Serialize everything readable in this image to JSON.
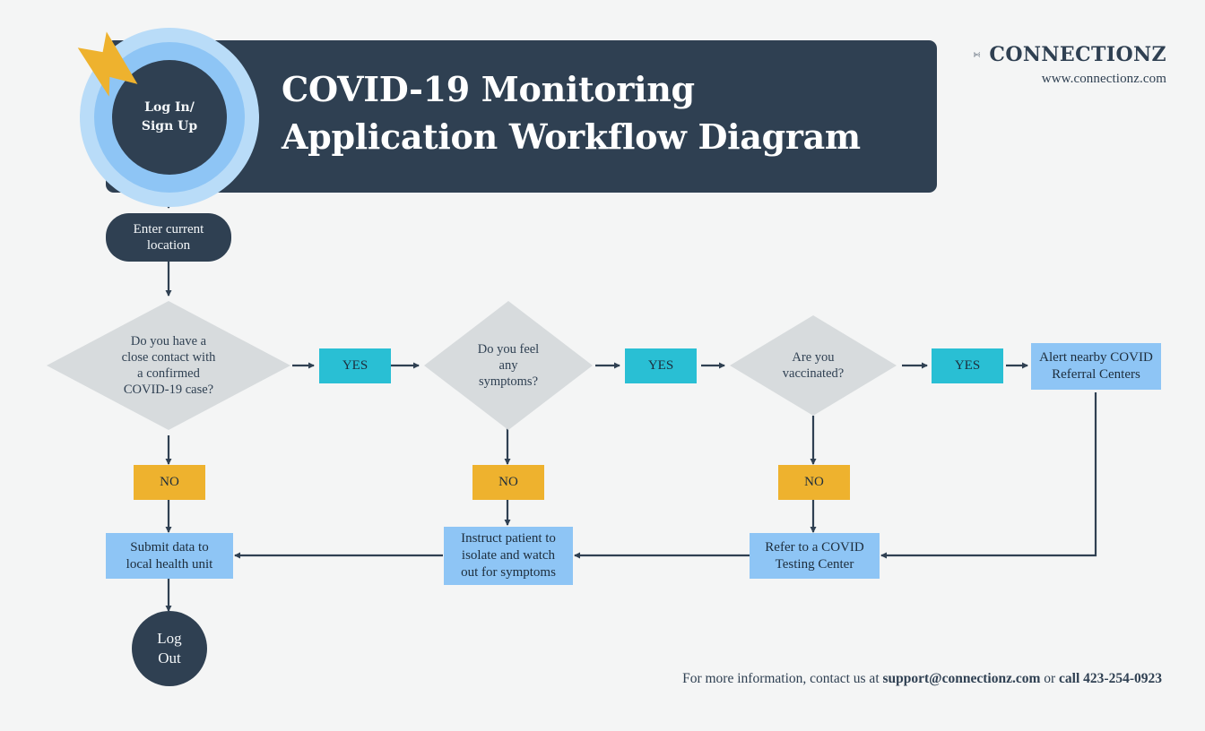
{
  "meta": {
    "background_color": "#f4f5f5",
    "dark_color": "#2f4052",
    "accent_cyan": "#29bfd4",
    "accent_amber": "#eeb22e",
    "accent_blue": "#8ec5f5",
    "ring_outer_color": "#b9dcf8",
    "decision_gray": "#d7dbdd"
  },
  "header": {
    "title_line1": "COVID-19 Monitoring",
    "title_line2": "Application Workflow Diagram"
  },
  "logo": {
    "icon": "signal-broadcast-icon",
    "wordmark": "CONNECTIONZ",
    "url": "www.connectionz.com"
  },
  "start": {
    "label": "Log In/\nSign Up",
    "cursor_icon": "arrow-cursor-icon"
  },
  "nodes": {
    "enter_location": "Enter current\nlocation",
    "decision_1": "Do you have a\nclose contact with\na confirmed\nCOVID-19 case?",
    "decision_2": "Do you feel\nany\nsymptoms?",
    "decision_3": "Are you\nvaccinated?",
    "yes_1": "YES",
    "yes_2": "YES",
    "yes_3": "YES",
    "no_1": "NO",
    "no_2": "NO",
    "no_3": "NO",
    "alert_referral": "Alert nearby COVID\nReferral Centers",
    "refer_testing": "Refer to a COVID\nTesting Center",
    "instruct_isolate": "Instruct patient to\nisolate and watch\nout for symptoms",
    "submit_data": "Submit data to\nlocal health unit",
    "log_out": "Log\nOut"
  },
  "footer": {
    "lead": "For more information, contact us at ",
    "email": "support@connectionz.com",
    "conjunction": " or ",
    "phone": "call 423-254-0923"
  }
}
